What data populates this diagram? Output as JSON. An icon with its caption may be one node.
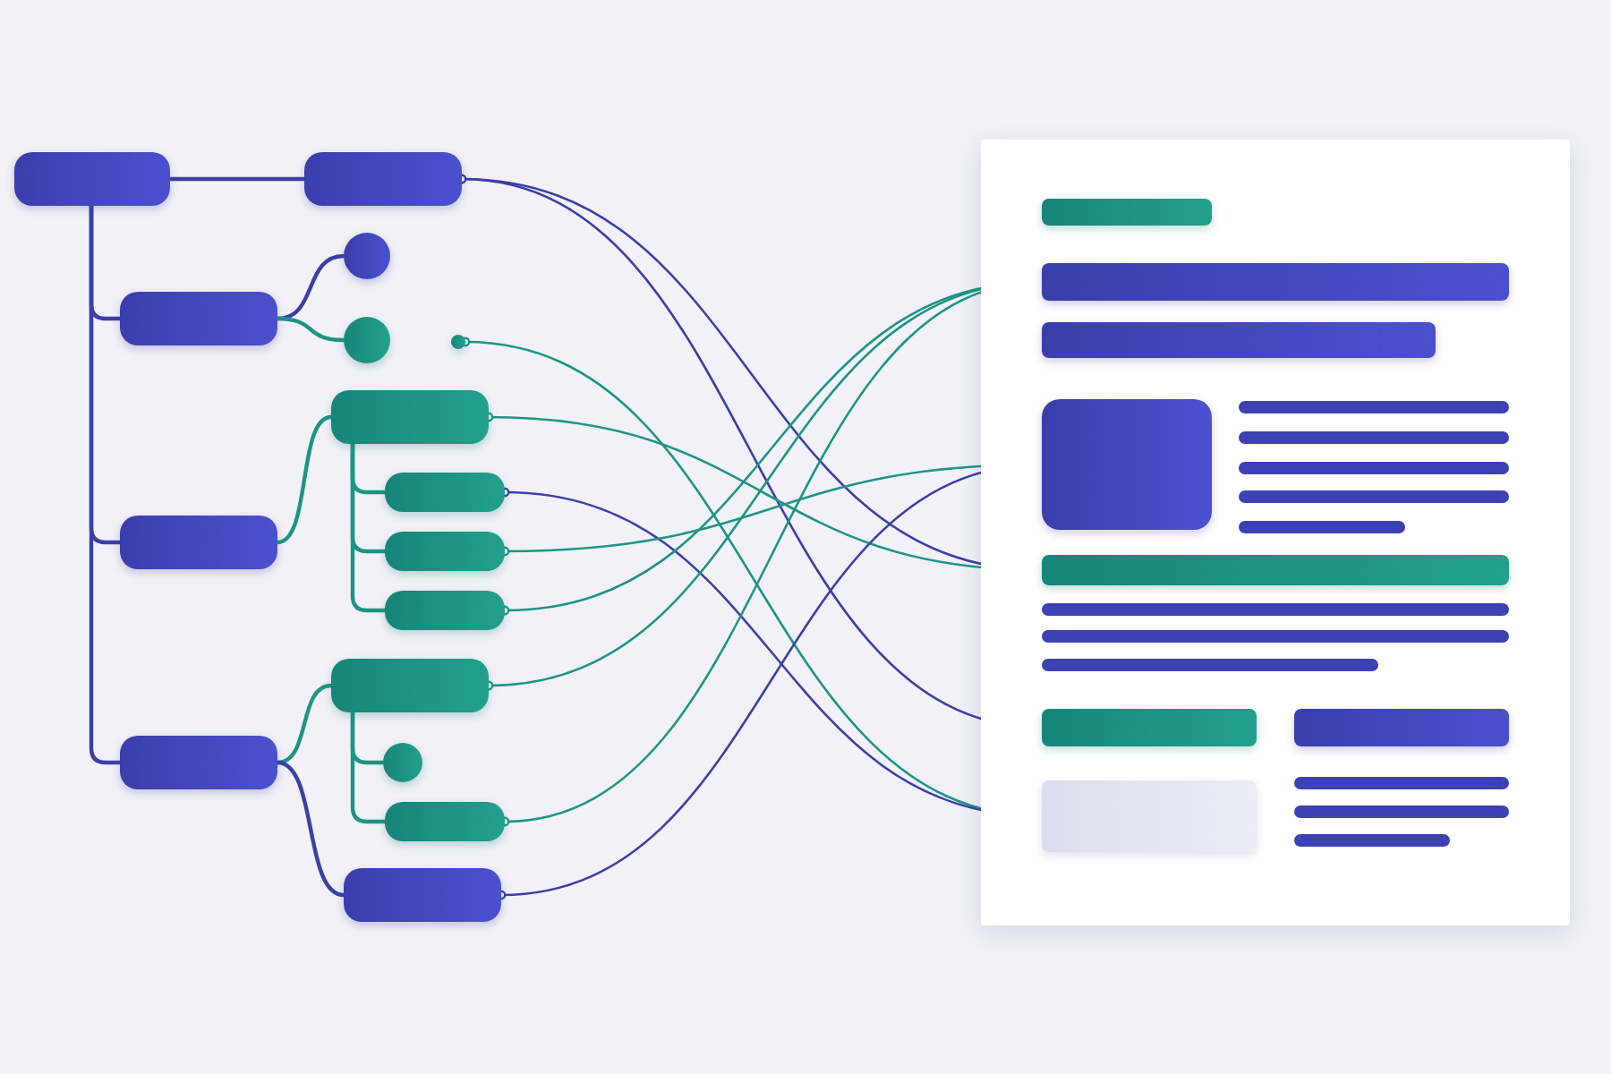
{
  "diagram": {
    "nodes": [
      {
        "text": [],
        "shape": "box"
      },
      {
        "text": [],
        "shape": "box"
      },
      {
        "text": [],
        "shape": "box"
      },
      {
        "text": [],
        "shape": "circle"
      },
      {
        "text": [],
        "shape": "circle"
      },
      {
        "text": [],
        "shape": "circle"
      },
      {
        "text": [],
        "shape": "box"
      },
      {
        "text": [],
        "shape": "box"
      },
      {
        "text": [],
        "shape": "box"
      },
      {
        "text": [],
        "shape": "box"
      },
      {
        "text": [],
        "shape": "box"
      },
      {
        "text": [],
        "shape": "box"
      },
      {
        "text": [],
        "shape": "box"
      },
      {
        "text": [],
        "shape": "circle"
      },
      {
        "text": [],
        "shape": "box"
      },
      {
        "text": [],
        "shape": "box"
      },
      {
        "text": [],
        "shape": "box"
      },
      {
        "text": [],
        "shape": "bar",
        "in": 16
      },
      {
        "text": [],
        "shape": "bar",
        "in": 16
      },
      {
        "text": [],
        "shape": "bar",
        "in": 16
      },
      {
        "text": [],
        "shape": "box",
        "in": 16
      },
      {
        "text": [],
        "shape": "bar",
        "in": 16
      },
      {
        "text": [],
        "shape": "bar",
        "in": 16
      },
      {
        "text": [],
        "shape": "bar",
        "in": 16
      },
      {
        "text": [],
        "shape": "bar",
        "in": 16
      }
    ],
    "edges": [
      {
        "from": 0,
        "to": 1,
        "arrow": "none",
        "color": "#3b3fa8"
      },
      {
        "from": 0,
        "to": 2,
        "arrow": "none",
        "color": "#3b3fa8"
      },
      {
        "from": 0,
        "to": 6,
        "arrow": "none",
        "color": "#3b3fa8"
      },
      {
        "from": 0,
        "to": 11,
        "arrow": "none",
        "color": "#3b3fa8"
      },
      {
        "from": 2,
        "to": 3,
        "arrow": "none",
        "color": "#3b3fa8"
      },
      {
        "from": 2,
        "to": 4,
        "arrow": "none"
      },
      {
        "from": 6,
        "to": 7,
        "arrow": "none"
      },
      {
        "from": 7,
        "to": 8,
        "arrow": "none"
      },
      {
        "from": 7,
        "to": 9,
        "arrow": "none"
      },
      {
        "from": 7,
        "to": 10,
        "arrow": "none"
      },
      {
        "from": 11,
        "to": 12,
        "arrow": "none"
      },
      {
        "from": 12,
        "to": 13,
        "arrow": "none"
      },
      {
        "from": 12,
        "to": 14,
        "arrow": "none"
      },
      {
        "from": 11,
        "to": 15,
        "arrow": "none",
        "color": "#3b3fa8"
      },
      {
        "from": 1,
        "to": 21,
        "arrow": "other",
        "color": "#3b3fa8"
      },
      {
        "from": 1,
        "to": 22,
        "arrow": "other",
        "color": "#3b3fa8"
      },
      {
        "from": 5,
        "to": 24,
        "arrow": "other"
      },
      {
        "from": 7,
        "to": 21,
        "arrow": "other"
      },
      {
        "from": 8,
        "to": 24,
        "arrow": "other",
        "color": "#3b3fa8"
      },
      {
        "from": 9,
        "to": 20,
        "arrow": "other"
      },
      {
        "from": 10,
        "to": 18,
        "arrow": "other"
      },
      {
        "from": 12,
        "to": 18,
        "arrow": "other"
      },
      {
        "from": 14,
        "to": 18,
        "arrow": "other"
      },
      {
        "from": 15,
        "to": 20,
        "arrow": "other",
        "color": "#3b3fa8"
      }
    ]
  }
}
